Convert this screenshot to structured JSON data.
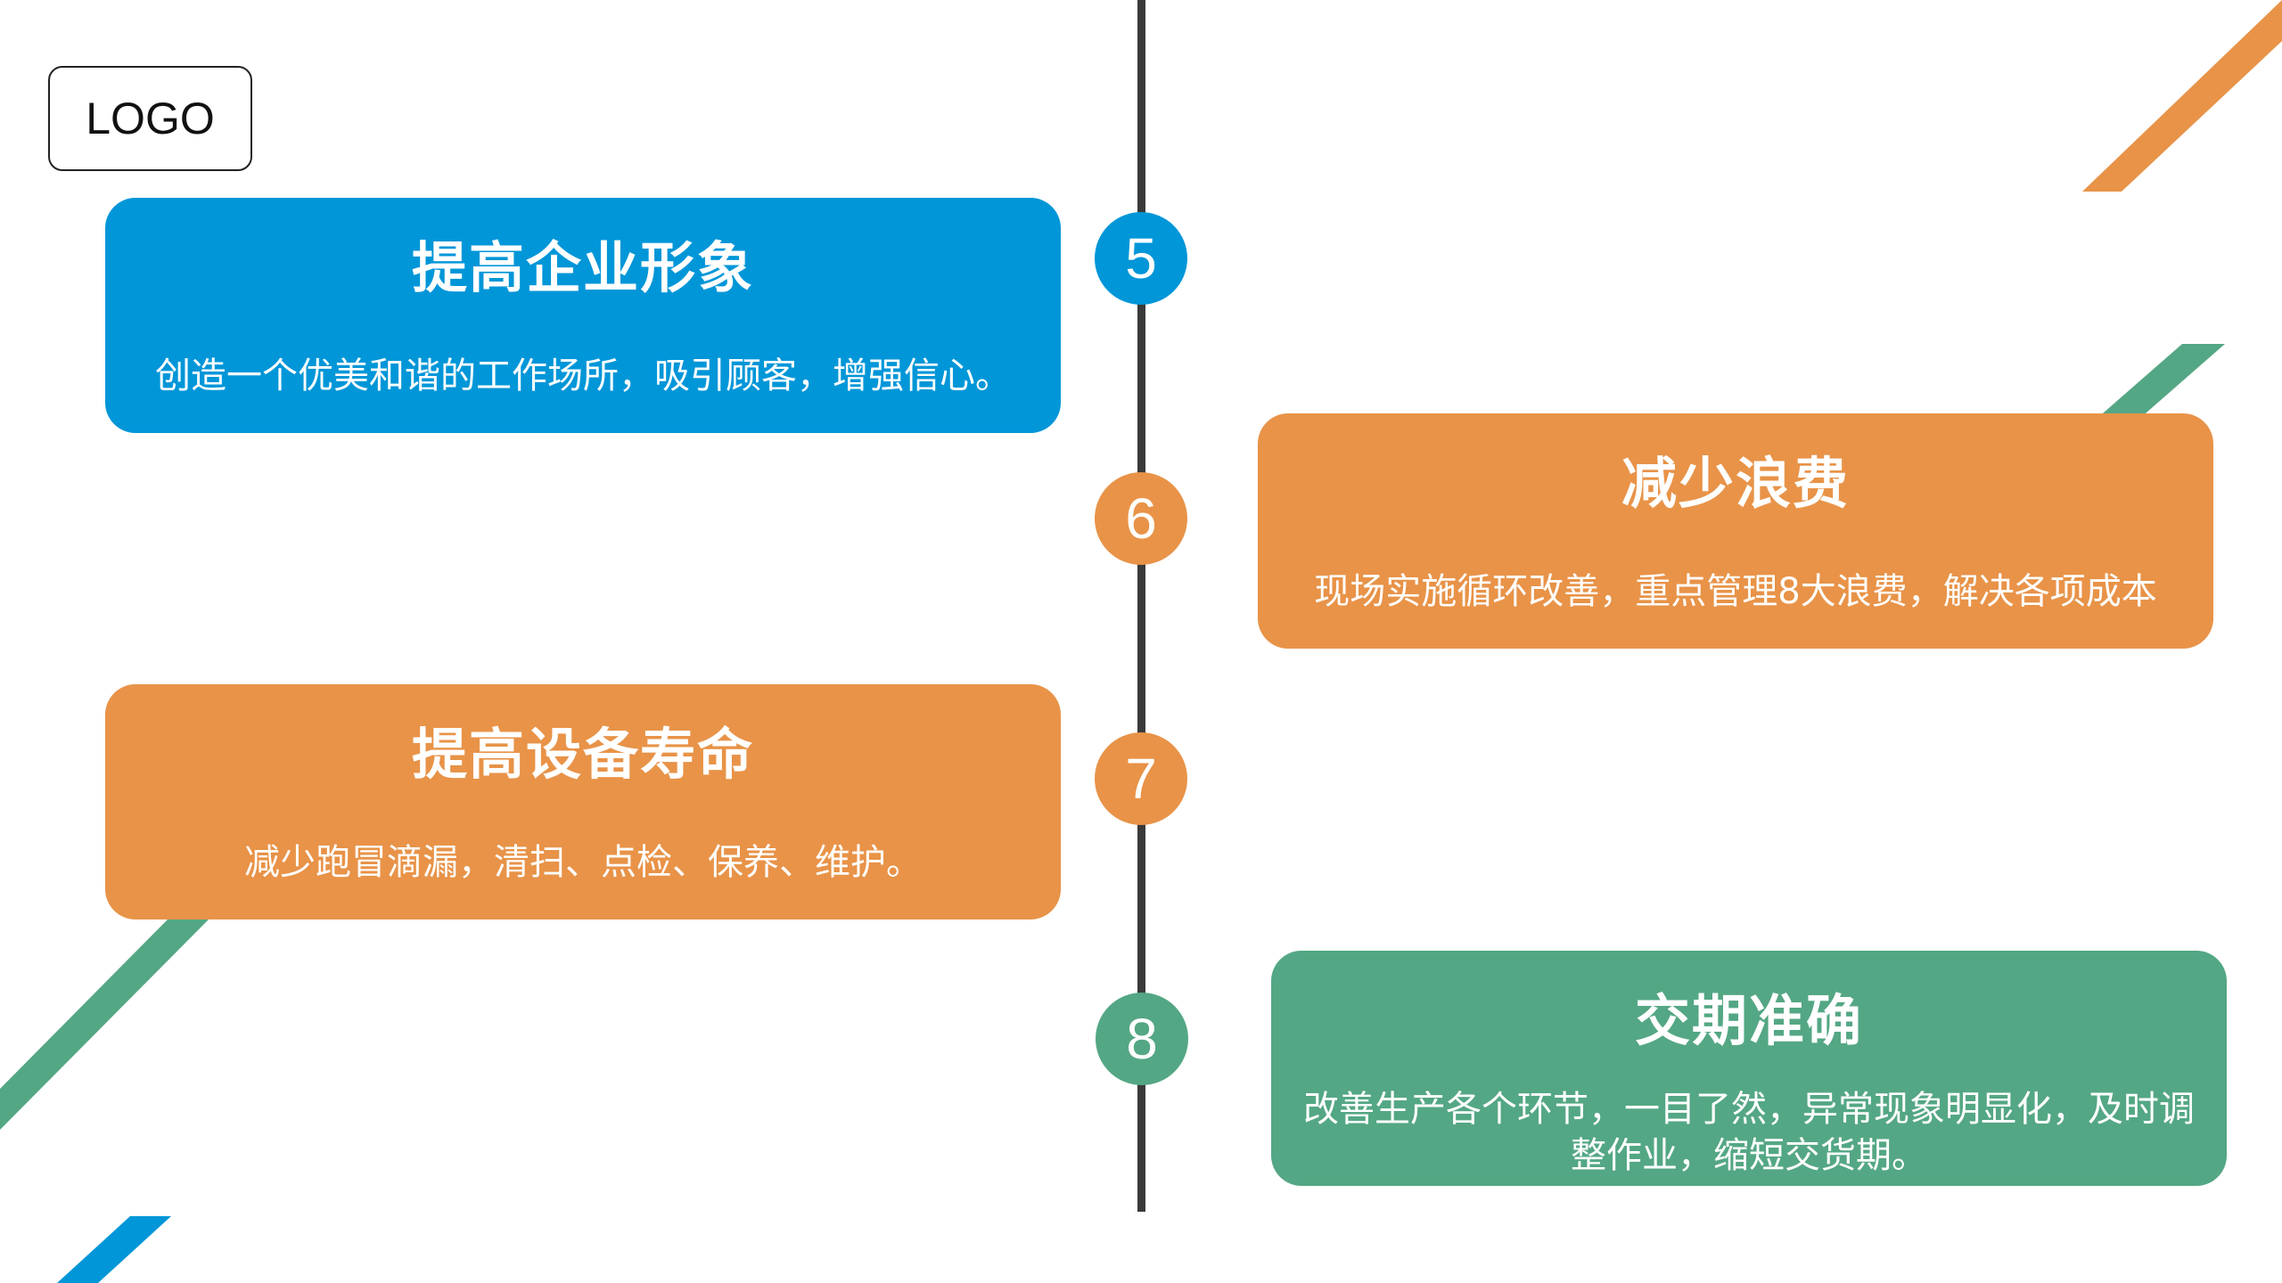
{
  "logo": "LOGO",
  "colors": {
    "blue": "#0096d8",
    "orange": "#e89348",
    "green": "#54a784",
    "line": "#3a3a3a"
  },
  "steps": [
    {
      "number": "5",
      "title": "提高企业形象",
      "desc": "创造一个优美和谐的工作场所，吸引顾客，增强信心。",
      "color": "#0096d8"
    },
    {
      "number": "6",
      "title": "减少浪费",
      "desc": "现场实施循环改善，重点管理8大浪费，解决各项成本",
      "color": "#e89348"
    },
    {
      "number": "7",
      "title": "提高设备寿命",
      "desc": "减少跑冒滴漏，清扫、点检、保养、维护。",
      "color": "#e89348"
    },
    {
      "number": "8",
      "title": "交期准确",
      "desc": "改善生产各个环节，一目了然，异常现象明显化，及时调整作业，缩短交货期。",
      "color": "#54a784"
    }
  ]
}
